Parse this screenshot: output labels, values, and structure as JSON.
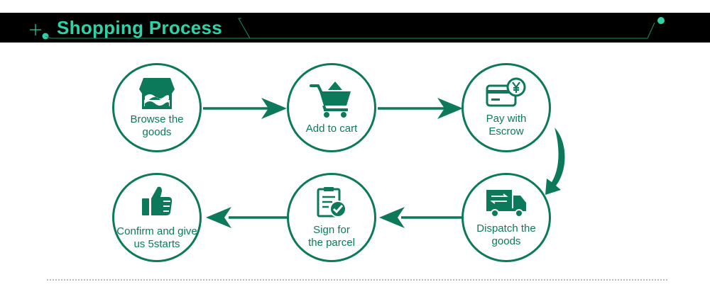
{
  "header": {
    "title": "Shopping Process"
  },
  "steps": [
    {
      "label": "Browse the\ngoods",
      "icon": "store-icon"
    },
    {
      "label": "Add to cart",
      "icon": "cart-icon"
    },
    {
      "label": "Pay with\nEscrow",
      "icon": "payment-card-yen-icon"
    },
    {
      "label": "Dispatch the\ngoods",
      "icon": "delivery-truck-icon"
    },
    {
      "label": "Sign for\nthe parcel",
      "icon": "clipboard-check-icon"
    },
    {
      "label": "Confirm and give\nus 5starts",
      "icon": "thumbs-up-icon"
    }
  ],
  "colors": {
    "accent": "#0c7a5a",
    "title": "#2fd1a8",
    "header_bg": "#000000",
    "divider": "#b9b9b9"
  }
}
